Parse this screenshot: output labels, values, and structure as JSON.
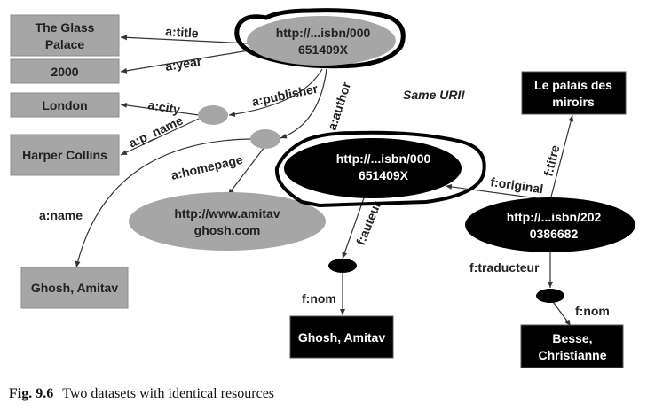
{
  "colors": {
    "gray_node": "#a6a6a6",
    "black_node": "#000000",
    "edge": "#333333",
    "highlight_outline": "#000000"
  },
  "nodes": {
    "glass_palace": [
      "The Glass",
      "Palace"
    ],
    "year": [
      "2000"
    ],
    "london": [
      "London"
    ],
    "harper": [
      "Harper Collins"
    ],
    "ghosh_a": [
      "Ghosh, Amitav"
    ],
    "uri_a": [
      "http://...isbn/000",
      "651409X"
    ],
    "homepage": [
      "http://www.amitav",
      "ghosh.com"
    ],
    "uri_f": [
      "http://...isbn/000",
      "651409X"
    ],
    "uri_translation": [
      "http://...isbn/202",
      "0386682"
    ],
    "palais": [
      "Le palais des",
      "miroirs"
    ],
    "ghosh_f": [
      "Ghosh, Amitav"
    ],
    "besse": [
      "Besse,",
      "Christianne"
    ]
  },
  "edges": {
    "title": "a:title",
    "year": "a:year",
    "publisher": "a:publisher",
    "city": "a:city",
    "p_name": "a:p_name",
    "author": "a:author",
    "homepage": "a:homepage",
    "name": "a:name",
    "auteur": "f:auteur",
    "nom1": "f:nom",
    "original": "f:original",
    "titre": "f:titre",
    "traducteur": "f:traducteur",
    "nom2": "f:nom"
  },
  "annotation": "Same URI!",
  "caption": {
    "figure": "Fig. 9.6",
    "text": "Two datasets with identical resources"
  }
}
